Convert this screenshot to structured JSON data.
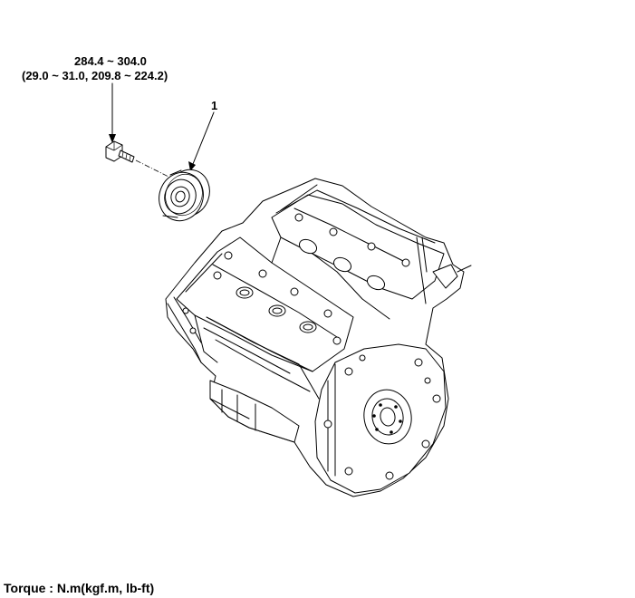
{
  "diagram": {
    "torque_spec": {
      "value_nm": "284.4 ~ 304.0",
      "value_alt": "(29.0 ~ 31.0, 209.8 ~ 224.2)"
    },
    "callout": {
      "number": "1"
    },
    "footer": {
      "torque_units": "Torque : N.m(kgf.m, lb-ft)"
    }
  }
}
